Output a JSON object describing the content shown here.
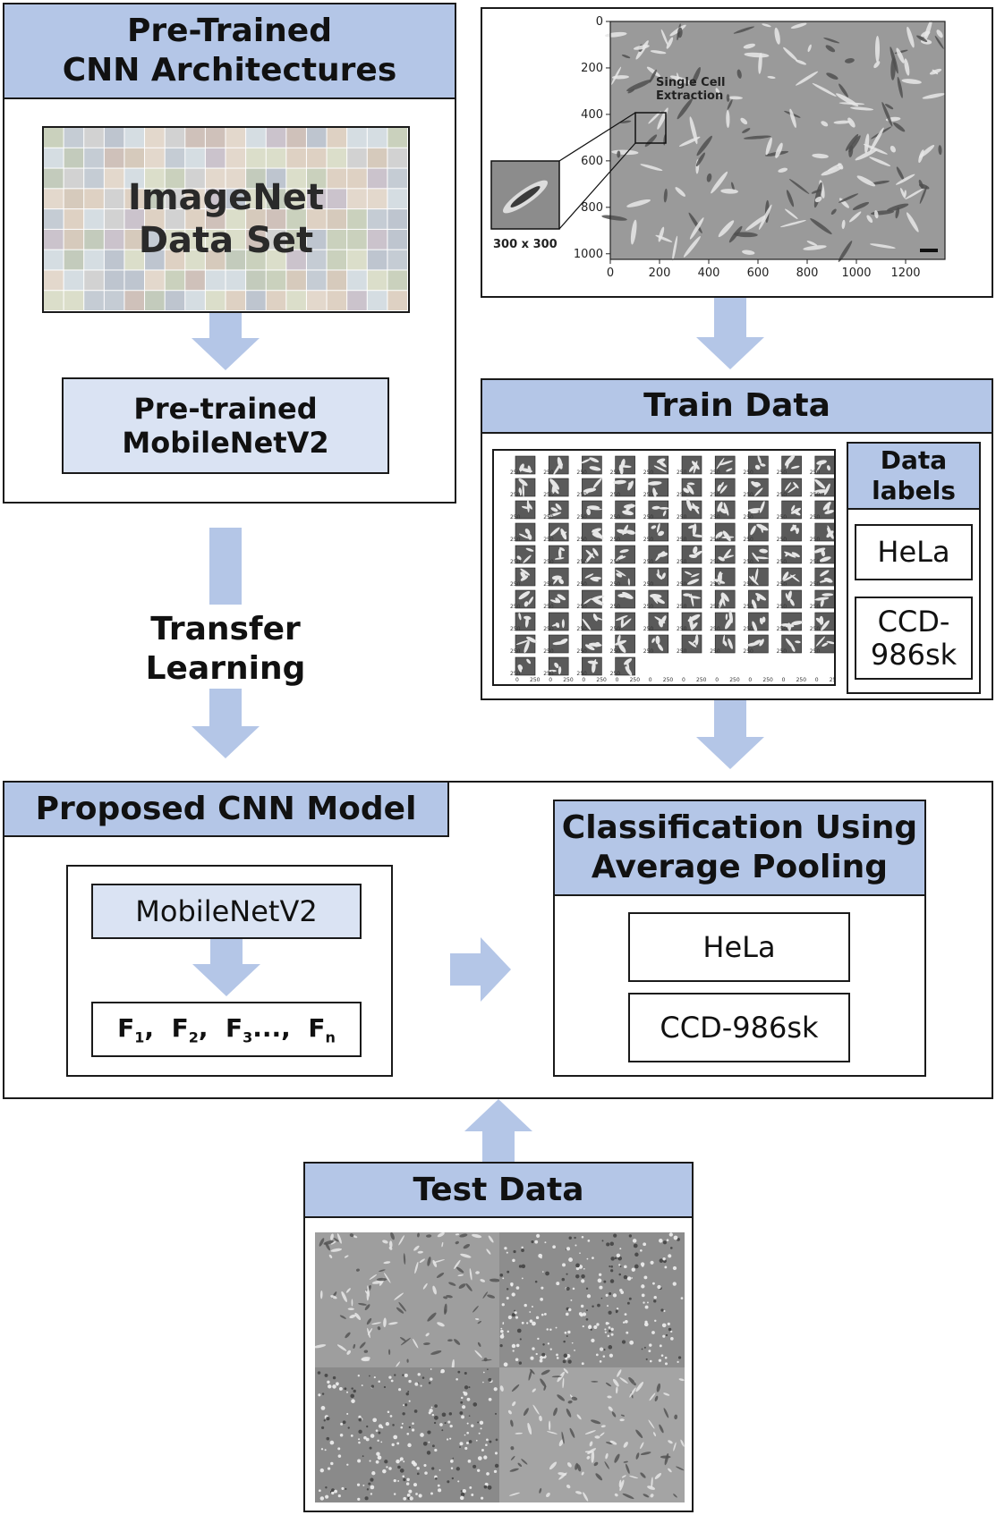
{
  "pretrained": {
    "title_line1": "Pre-Trained",
    "title_line2": "CNN Architectures",
    "imagenet_line1": "ImageNet",
    "imagenet_line2": "Data Set",
    "model_line1": "Pre-trained",
    "model_line2": "MobileNetV2"
  },
  "transfer": {
    "line1": "Transfer",
    "line2": "Learning"
  },
  "micrograph": {
    "annotation_line1": "Single Cell",
    "annotation_line2": "Extraction",
    "crop_size": "300 x 300",
    "y_ticks": [
      "0",
      "200",
      "400",
      "600",
      "800",
      "1000"
    ],
    "x_ticks": [
      "0",
      "200",
      "400",
      "600",
      "800",
      "1000",
      "1200"
    ]
  },
  "train": {
    "title": "Train Data",
    "labels_title_line1": "Data",
    "labels_title_line2": "labels",
    "label_1": "HeLa",
    "label_2_line1": "CCD-",
    "label_2_line2": "986sk",
    "tile_tick_0": "0",
    "tile_tick_250": "250"
  },
  "proposed": {
    "title": "Proposed CNN Model",
    "backbone": "MobileNetV2",
    "features": {
      "f1": "F",
      "s1": "1",
      "f2": "F",
      "s2": "2",
      "f3": "F",
      "s3": "3",
      "ellipsis": "...,",
      "fn": "F",
      "sn": "n"
    }
  },
  "classification": {
    "title_line1": "Classification Using",
    "title_line2": "Average Pooling",
    "class_1": "HeLa",
    "class_2": "CCD-986sk"
  },
  "test": {
    "title": "Test Data"
  },
  "colors": {
    "header_fill": "#b4c6e7",
    "light_fill": "#dae3f3",
    "arrow": "#b4c6e7",
    "border": "#1a1a1a"
  }
}
